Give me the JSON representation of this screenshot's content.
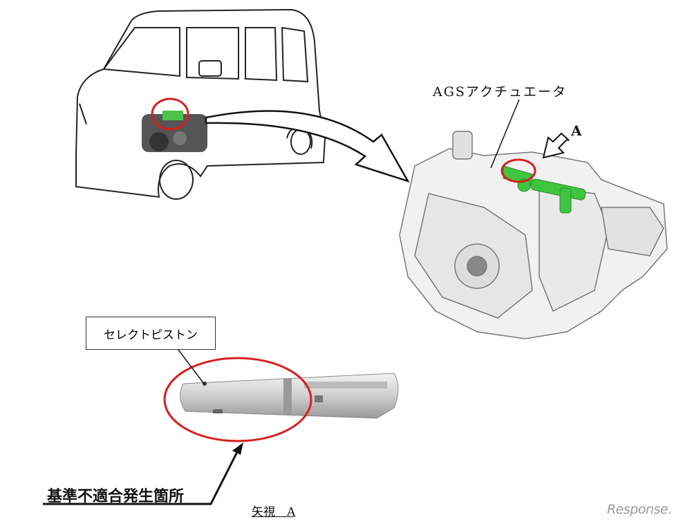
{
  "labels": {
    "actuator": "AGSアクチュエータ",
    "view_arrow": "A",
    "part": "セレクトピストン",
    "defect_location": "基準不適合発生箇所",
    "view_caption": "矢視　A"
  },
  "watermark": "Response.",
  "colors": {
    "highlight_circle": "#d81e1e",
    "part_green": "#3fc43f"
  }
}
